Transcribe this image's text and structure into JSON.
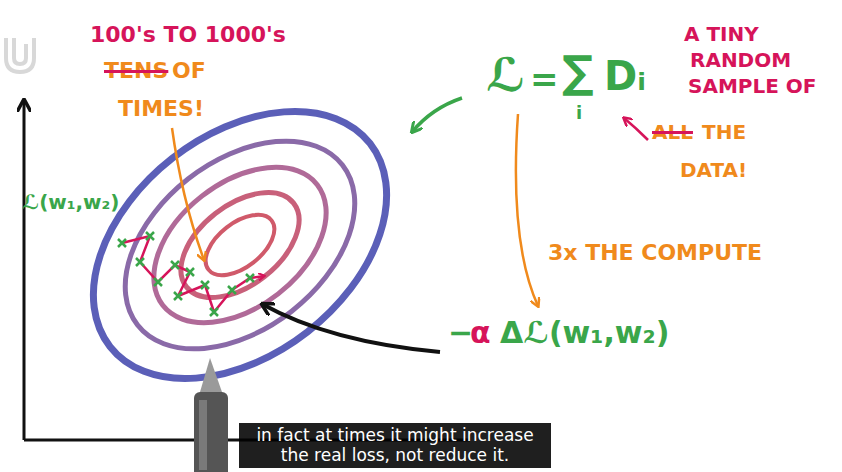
{
  "diagram": {
    "caption": "in fact at times it might increase the real loss, not reduce it.",
    "labels": [
      "100's TO 1000's",
      "TENS",
      "OF",
      "TIMES!",
      "ℒ",
      "=",
      "∑",
      "i",
      "Dᵢ",
      "A TINY",
      "RANDOM",
      "SAMPLE OF",
      "ALL",
      "THE",
      "DATA!",
      "3x THE COMPUTE",
      "ℒ(w₁,w₂)",
      "−",
      "α",
      "Δℒ(w₁,w₂)"
    ]
  }
}
